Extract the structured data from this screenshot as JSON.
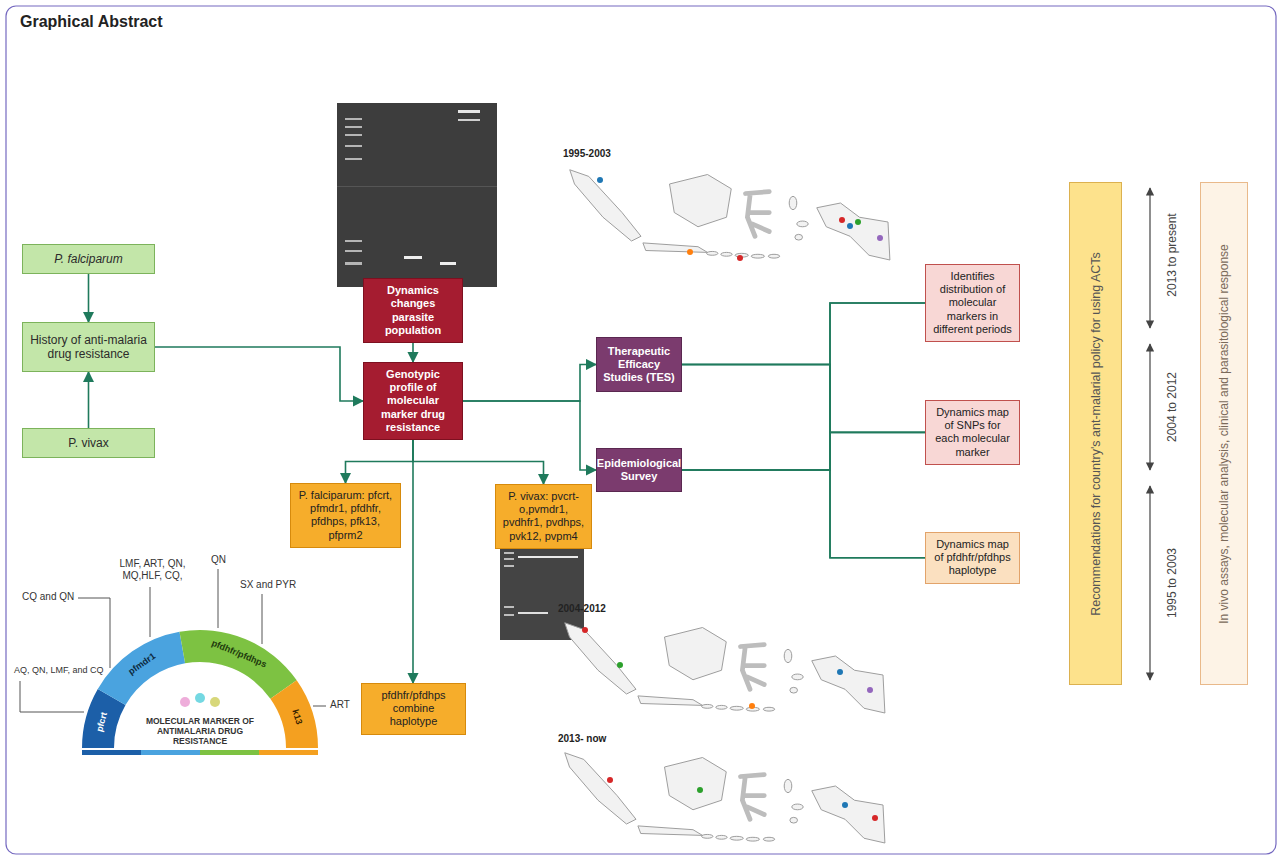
{
  "diagram": {
    "title": "Graphical Abstract",
    "nodes": [
      {
        "text": [
          "P. falciparum"
        ]
      },
      {
        "text": [
          "History of anti-malaria drug resistance"
        ]
      },
      {
        "text": [
          "P. vivax"
        ]
      },
      {
        "text": [
          "Dynamics changes parasite population"
        ]
      },
      {
        "text": [
          "Genotypic profile of molecular marker drug resistance"
        ]
      },
      {
        "text": [
          "Therapeutic Efficacy Studies (TES)"
        ]
      },
      {
        "text": [
          "Epidemiological Survey"
        ]
      },
      {
        "text": [
          "P. falciparum: pfcrt, pfmdr1, pfdhfr, pfdhps, pfk13, pfprm2"
        ]
      },
      {
        "text": [
          "P. vivax: pvcrt-o,pvmdr1, pvdhfr1, pvdhps, pvk12, pvpm4"
        ]
      },
      {
        "text": [
          "pfdhfr/pfdhps combine haplotype"
        ]
      },
      {
        "text": [
          "Identifies distribution of molecular markers in different periods"
        ]
      },
      {
        "text": [
          "Dynamics map of SNPs for each molecular marker"
        ]
      },
      {
        "text": [
          "Dynamics map of pfdhfr/pfdhps haplotype"
        ]
      },
      {
        "text": [
          "Recommendations for country's ant-malarial policy for using ACTs"
        ]
      },
      {
        "text": [
          "In vivo assays, molecular analysis, clinical and parasitological response"
        ]
      }
    ],
    "edges": [
      {
        "from": 0,
        "to": 1,
        "arrow": "to"
      },
      {
        "from": 2,
        "to": 1,
        "arrow": "to"
      },
      {
        "from": 1,
        "to": 4,
        "arrow": "to"
      },
      {
        "from": 3,
        "to": 4,
        "arrow": "to"
      },
      {
        "from": 4,
        "to": 5,
        "arrow": "to"
      },
      {
        "from": 4,
        "to": 6,
        "arrow": "to"
      },
      {
        "from": 4,
        "to": 7,
        "arrow": "to"
      },
      {
        "from": 4,
        "to": 8,
        "arrow": "to"
      },
      {
        "from": 4,
        "to": 9,
        "arrow": "to"
      },
      {
        "from": 5,
        "to": 10,
        "arrow": "none"
      },
      {
        "from": 5,
        "to": 11,
        "arrow": "none"
      },
      {
        "from": 5,
        "to": 12,
        "arrow": "none"
      },
      {
        "from": 6,
        "to": 10,
        "arrow": "none"
      },
      {
        "from": 6,
        "to": 11,
        "arrow": "none"
      },
      {
        "from": 6,
        "to": 12,
        "arrow": "none"
      }
    ],
    "labels": [
      "1995-2003",
      "2004-2012",
      "2013- now",
      "2013 to present",
      "2004 to 2012",
      "1995 to 2003",
      "CQ and QN",
      "AQ, QN, LMF, and CQ",
      "LMF, ART, QN, MQ,HLF, CQ,",
      "QN",
      "SX and PYR",
      "ART",
      "pfcrt",
      "pfmdr1",
      "pfdhfr/pfdhps",
      "k13",
      "MOLECULAR MARKER OF ANTIMALARIA DRUG RESISTANCE"
    ]
  }
}
